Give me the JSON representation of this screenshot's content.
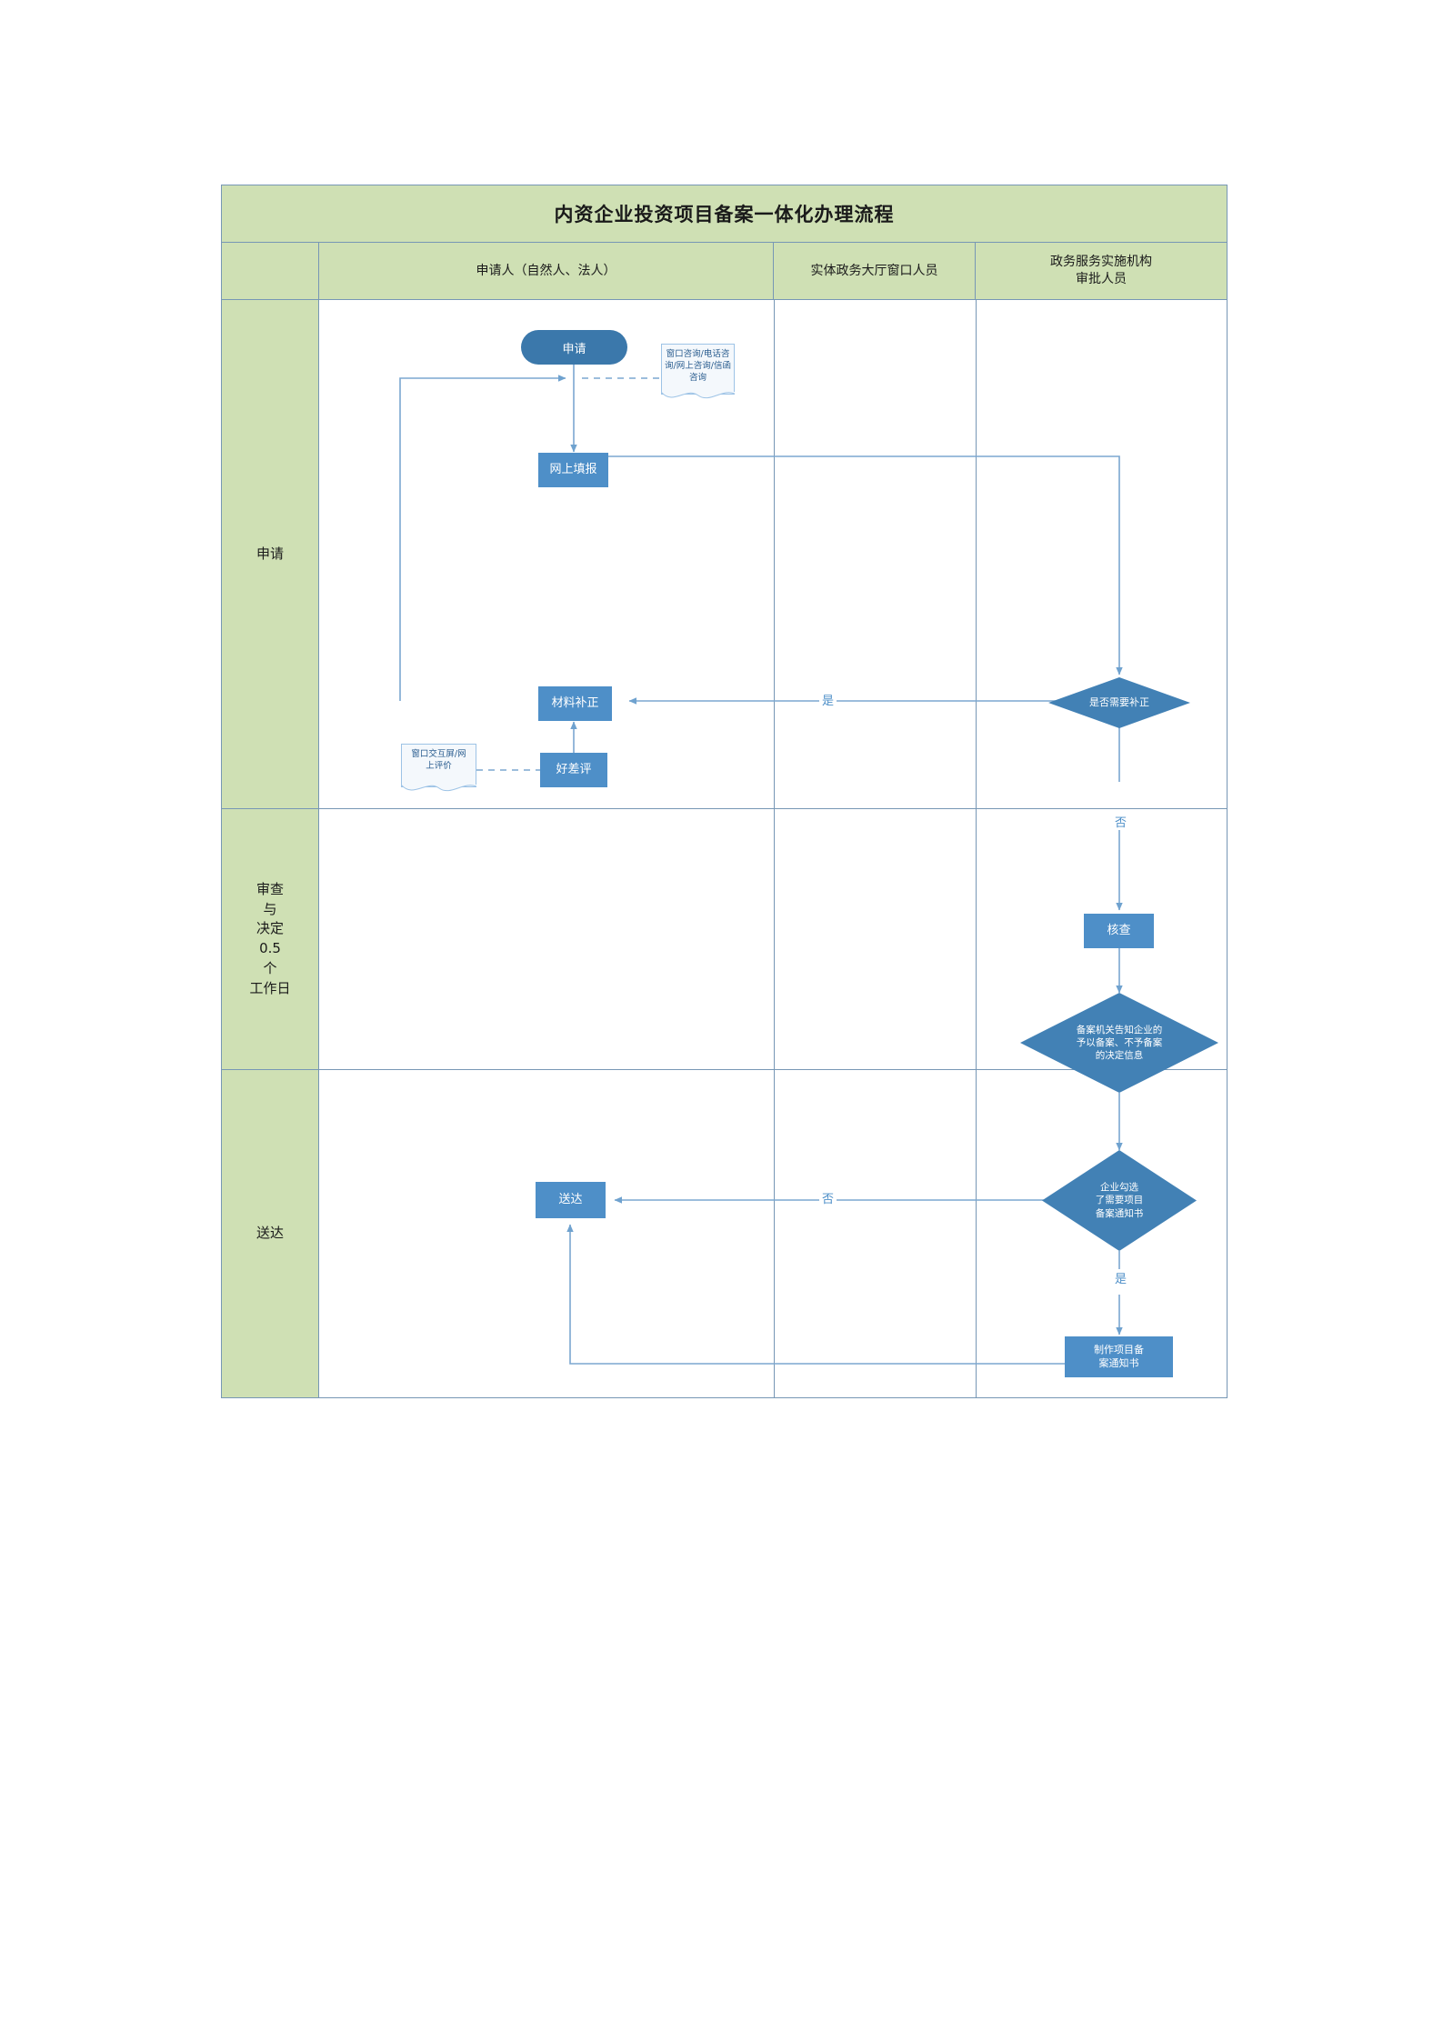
{
  "document": {
    "title": "内资企业投资项目备案一体化办理流程"
  },
  "columns": [
    {
      "key": "stage",
      "label": ""
    },
    {
      "key": "applicant",
      "label": "申请人（自然人、法人）"
    },
    {
      "key": "window",
      "label": "实体政务大厅窗口人员"
    },
    {
      "key": "approver",
      "label": "政务服务实施机构\n审批人员"
    }
  ],
  "stages": [
    {
      "id": "stage-1",
      "label": "申请"
    },
    {
      "id": "stage-2",
      "label": "审查\n与\n决定\n0.5\n个\n工作日"
    },
    {
      "id": "stage-3",
      "label": "送达"
    }
  ],
  "nodes": {
    "apply": {
      "label": "申请",
      "shape": "terminator",
      "lane": "applicant",
      "stage": "申请"
    },
    "online_form": {
      "label": "网上填报",
      "shape": "process",
      "lane": "applicant",
      "stage": "申请"
    },
    "material_fix": {
      "label": "材料补正",
      "shape": "process",
      "lane": "applicant",
      "stage": "申请"
    },
    "rating": {
      "label": "好差评",
      "shape": "process",
      "lane": "applicant",
      "stage": "申请"
    },
    "need_fix": {
      "label": "是否需要补正",
      "shape": "decision",
      "lane": "approver",
      "stage": "申请"
    },
    "verify": {
      "label": "核查",
      "shape": "process",
      "lane": "approver",
      "stage": "审查与决定"
    },
    "decision_notice": {
      "label": "备案机关告知企业的\n予以备案、不予备案\n的决定信息",
      "shape": "decision",
      "lane": "approver",
      "stage": "审查与决定"
    },
    "need_certificate": {
      "label": "企业勾选\n了需要项目\n备案通知书",
      "shape": "decision",
      "lane": "approver",
      "stage": "送达"
    },
    "make_certificate": {
      "label": "制作项目备\n案通知书",
      "shape": "process",
      "lane": "approver",
      "stage": "送达"
    },
    "deliver": {
      "label": "送达",
      "shape": "process",
      "lane": "applicant",
      "stage": "送达"
    }
  },
  "notes": {
    "consult_channels": {
      "label": "窗口咨询/电话咨\n询/网上咨询/信函\n咨询"
    },
    "rating_channels": {
      "label": "窗口交互屏/网\n上评价"
    }
  },
  "edge_labels": {
    "need_fix_yes": "是",
    "need_fix_no": "否",
    "need_certificate_no": "否",
    "need_certificate_yes": "是"
  },
  "colors": {
    "lane_header_fill": "#cfe0b4",
    "lane_border": "#7797b5",
    "process_fill": "#4e8fc8",
    "terminator_fill": "#3b78ab",
    "connector": "#7ba7d0",
    "note_fill": "#f4f8fc",
    "note_border": "#9dc3e6",
    "label_text": "#4e8fc8"
  }
}
